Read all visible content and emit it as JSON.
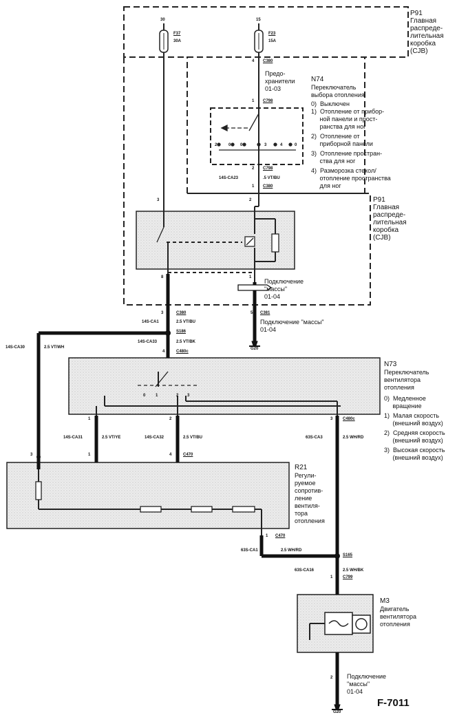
{
  "figure_id": "F-7011",
  "p91_top": {
    "code": "P91",
    "lines": [
      "Главная",
      "распреде-",
      "лительная",
      "коробка",
      "(CJB)"
    ]
  },
  "p91_mid": {
    "code": "P91",
    "lines": [
      "Главная",
      "распреде-",
      "лительная",
      "коробка",
      "(CJB)"
    ]
  },
  "n74": {
    "code": "N74",
    "lines": [
      "Переключатель",
      "выбора отопления"
    ],
    "items": [
      "0)  Выключен",
      "1)  Отопление от прибор-",
      "     ной панели и прост-",
      "     ранства для ног",
      "2)  Отопление от",
      "     приборной панели",
      "3)  Отопление простран-",
      "     ства для ног",
      "4)  Разморозка стекол/",
      "     отопление пространства",
      "     для ног"
    ]
  },
  "fuse_note": {
    "lines": [
      "Предо-",
      "хранители",
      "01-03"
    ]
  },
  "n73": {
    "code": "N73",
    "lines": [
      "Переключатель",
      "вентилятора",
      "отопления"
    ],
    "items": [
      "0)  Медленное",
      "     вращение",
      "1)  Малая скорость",
      "     (внешний воздух)",
      "2)  Средняя скорость",
      "     (внешний воздух)",
      "3)  Высокая скорость",
      "     (внешний воздух)"
    ]
  },
  "r21": {
    "code": "R21",
    "lines": [
      "Регули-",
      "руемое",
      "сопротив-",
      "ление",
      "вентиля-",
      "тора",
      "отопления"
    ]
  },
  "m3": {
    "code": "M3",
    "lines": [
      "Двигатель",
      "вентилятора",
      "отопления"
    ]
  },
  "ground_jcb": {
    "lines": [
      "Подключение",
      "\"массы\"",
      "01-04"
    ]
  },
  "ground_c381": {
    "lines": [
      "Подключение \"массы\"",
      "01-04"
    ]
  },
  "ground_motor": {
    "lines": [
      "Подключение",
      "\"массы\"",
      "01-04"
    ]
  },
  "fuses": [
    {
      "terminal": "30",
      "id": "F37",
      "rating": "30A"
    },
    {
      "terminal": "15",
      "id": "F23",
      "rating": "15A"
    }
  ],
  "connectors": {
    "c380_top": "C380",
    "c798_top": "C798",
    "c798_mid": "C798",
    "c380_mid": "C380",
    "c380_low": "C380",
    "c381": "C381",
    "s186": "S186",
    "c480c_top": "C480c",
    "c480c_right": "C480c",
    "c470_top": "C470",
    "c470_bottom": "C470",
    "s165": "S165",
    "c799": "C799"
  },
  "grounds": {
    "g20a": "G20",
    "g20b": "G20"
  },
  "wires": {
    "w14s_ca23": "14S-CA23",
    "w14s_ca23_spec": ".5 VT/BU",
    "w14s_ca1": "14S-CA1",
    "w14s_ca1_spec": "2.5 VT/BU",
    "w14s_ca33": "14S-CA33",
    "w14s_ca33_spec": "2.5 VT/BK",
    "w14s_ca30": "14S-CA30",
    "w14s_ca30_spec": "2.5 VT/WH",
    "w14s_ca31": "14S-CA31",
    "w14s_ca31_spec": "2.5 VT/YE",
    "w14s_ca32": "14S-CA32",
    "w14s_ca32_spec": "2.5 VT/BU",
    "w63s_ca3": "63S-CA3",
    "w63s_ca3_spec": "2.5 WH/RD",
    "w63s_ca1": "63S-CA1",
    "w63s_ca1_spec": "2.5 WH/RD",
    "w63s_ca16": "63S-CA16",
    "w63s_ca16_spec": "2.5 WH/BK"
  },
  "pins": {
    "p4_c380": "4",
    "p1_c798": "1",
    "p2_c798": "2",
    "p1_c380": "1",
    "p3_cjb": "3",
    "p2_cjb": "2",
    "p8_cjb": "8",
    "p1_cjb": "1",
    "p3_c380": "3",
    "p5_c381": "5",
    "p4_n73": "4",
    "n73_sw0": "0",
    "n73_sw1": "1",
    "n73_sw2": "2",
    "n73_sw3": "3",
    "p1_n73": "1",
    "p2_n73": "2",
    "p3_n73": "3",
    "p3_r21": "3",
    "p1_r21": "1",
    "p4_r21": "4",
    "p1_r21b": "1",
    "p1_c799": "1",
    "p2_m3": "2",
    "n74_pos": [
      "2",
      "0",
      "0",
      "3",
      "4",
      "0"
    ]
  }
}
